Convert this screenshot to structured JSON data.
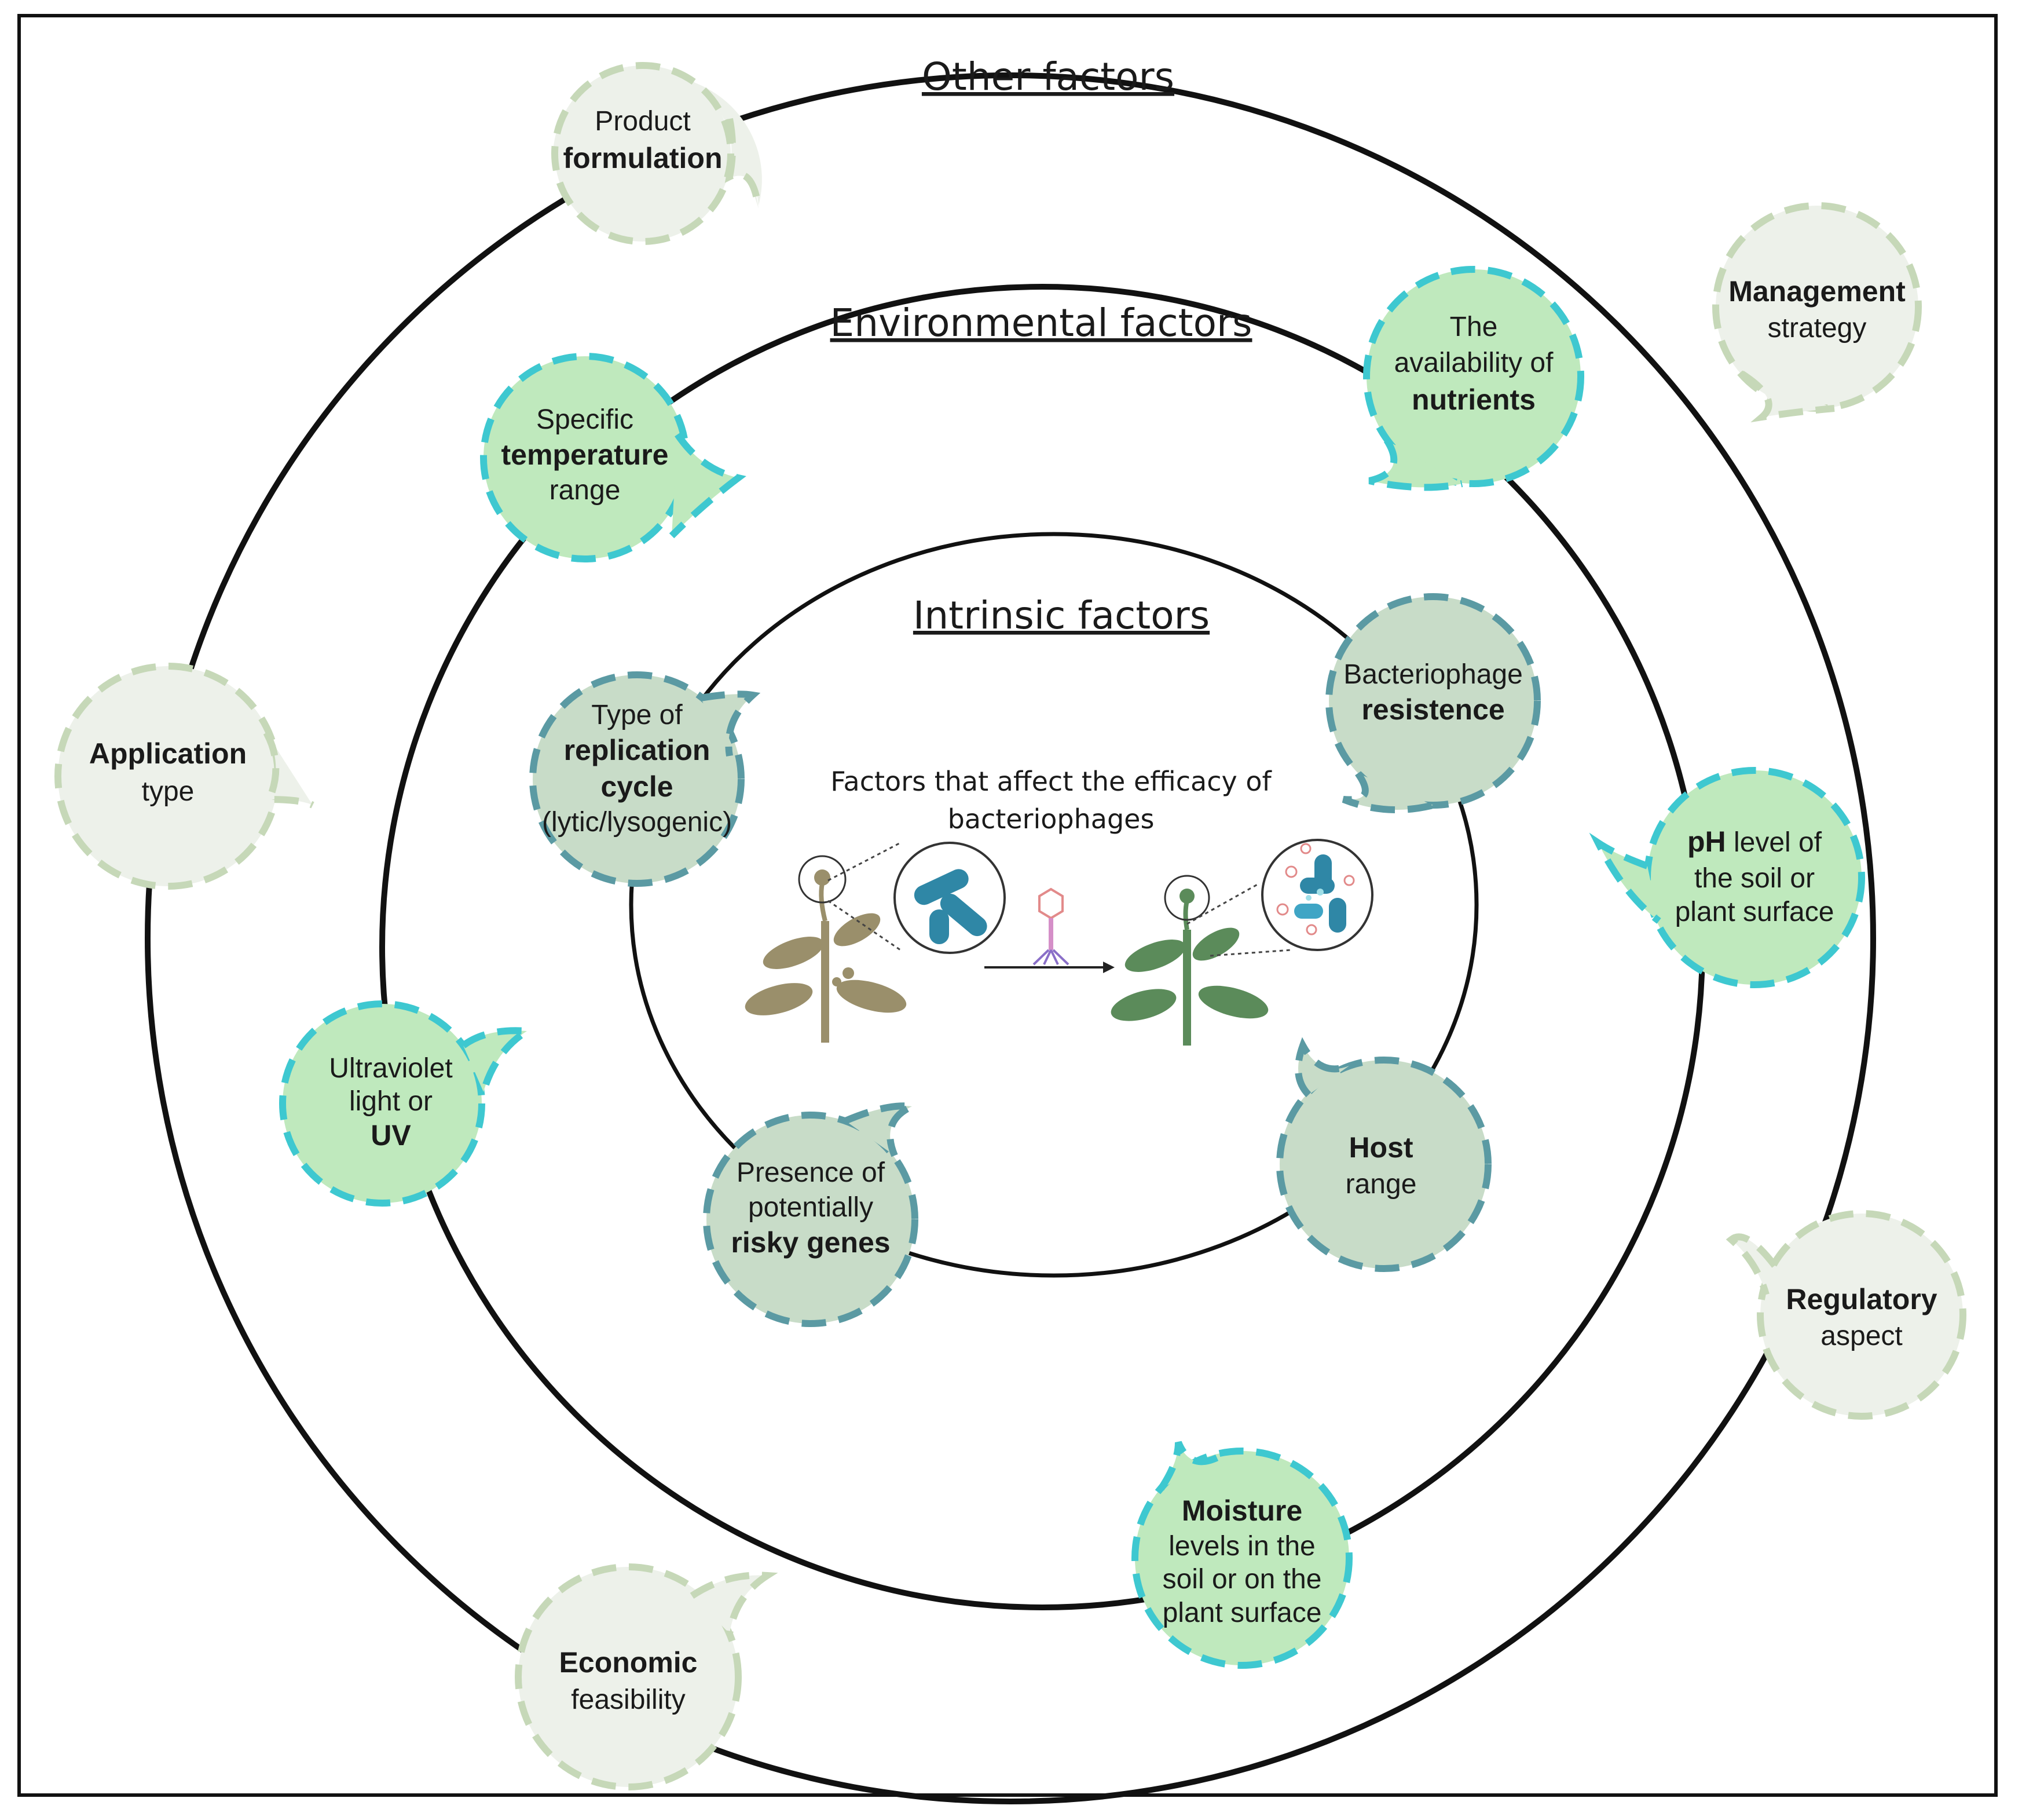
{
  "rings": {
    "other_title": "Other factors",
    "environmental_title": "Environmental factors",
    "intrinsic_title": "Intrinsic factors"
  },
  "center": {
    "title_line1": "Factors that affect the efficacy of",
    "title_line2": "bacteriophages"
  },
  "colors": {
    "other_fill": "#edf1ea",
    "other_stroke": "#c6d8b8",
    "env_fill": "#bfe9bd",
    "env_stroke": "#3ec8d0",
    "intrinsic_fill": "#c8dcc8",
    "intrinsic_stroke": "#5b9aa3",
    "ring_line": "#111111",
    "bacteria": "#2f87a6",
    "plant_brown": "#9a8f6b",
    "plant_green": "#5b8b5a"
  },
  "other_factors": {
    "product_formulation": {
      "line1": "Product",
      "line2": "formulation"
    },
    "management_strategy": {
      "line1": "Management",
      "line2": "strategy"
    },
    "application_type": {
      "line1": "Application",
      "line2": "type"
    },
    "regulatory_aspect": {
      "line1": "Regulatory",
      "line2": "aspect"
    },
    "economic_feasibility": {
      "line1": "Economic",
      "line2": "feasibility"
    }
  },
  "environmental_factors": {
    "temperature": {
      "line1": "Specific",
      "line2": "temperature",
      "line3": "range"
    },
    "nutrients": {
      "line1": "The",
      "line2": "availability of",
      "line3": "nutrients"
    },
    "ph": {
      "line1_bold": "pH",
      "line1_rest": " level of",
      "line2": "the soil or",
      "line3": "plant surface"
    },
    "uv": {
      "line1": "Ultraviolet",
      "line2": "light or",
      "line3": "UV"
    },
    "moisture": {
      "line1": "Moisture",
      "line2": "levels in the",
      "line3": "soil or on the",
      "line4": "plant surface"
    }
  },
  "intrinsic_factors": {
    "replication_cycle": {
      "line1": "Type of",
      "line2": "replication",
      "line3": "cycle",
      "line4": "(lytic/lysogenic)"
    },
    "resistance": {
      "line1": "Bacteriophage",
      "line2": "resistence"
    },
    "risky_genes": {
      "line1": "Presence of",
      "line2": "potentially",
      "line3": "risky genes"
    },
    "host_range": {
      "line1": "Host",
      "line2": "range"
    }
  },
  "icons": [
    "infected-plant-icon",
    "bacteria-icon",
    "bacteriophage-icon",
    "arrow-icon",
    "healthy-plant-icon",
    "lysed-bacteria-icon"
  ]
}
